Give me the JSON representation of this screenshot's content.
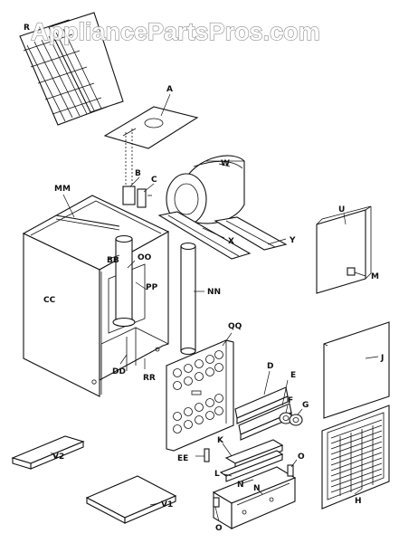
{
  "watermark": "AppliancePartsPros.com",
  "labels": {
    "R": "R",
    "A": "A",
    "B": "B",
    "C": "C",
    "W": "W",
    "MM": "MM",
    "X": "X",
    "Y": "Y",
    "U": "U",
    "M": "M",
    "BB": "BB",
    "OO": "OO",
    "PP": "PP",
    "CC": "CC",
    "NN": "NN",
    "QQ": "QQ",
    "J": "J",
    "DD": "DD",
    "RR": "RR",
    "D": "D",
    "E": "E",
    "F": "F",
    "G": "G",
    "EE": "EE",
    "K": "K",
    "O_top": "O",
    "L": "L",
    "N_part": "N",
    "N_lower": "N",
    "H": "H",
    "V2": "V2",
    "V1": "V1",
    "O_bottom": "O"
  }
}
